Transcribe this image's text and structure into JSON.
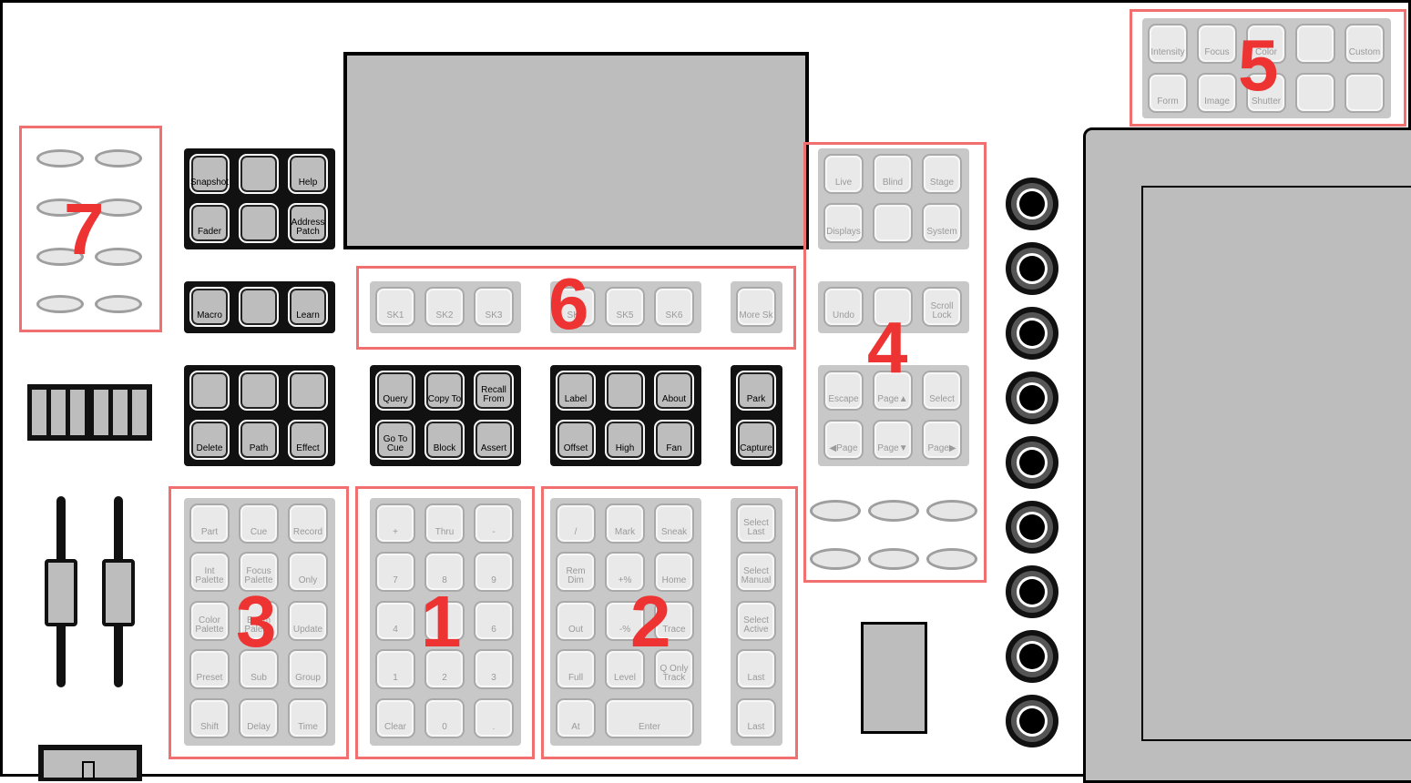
{
  "callouts": [
    "1",
    "2",
    "3",
    "4",
    "5",
    "6",
    "7"
  ],
  "panel_top_left": {
    "keys": [
      "Snapshot",
      "",
      "Help",
      "Fader",
      "",
      "Address Patch"
    ]
  },
  "panel_macro": {
    "keys": [
      "Macro",
      "",
      "Learn"
    ]
  },
  "panel_edit": {
    "keys": [
      "",
      "",
      "",
      "Delete",
      "Path",
      "Effect"
    ]
  },
  "panel_query": {
    "keys": [
      "Query",
      "Copy To",
      "Recall From",
      "Go To Cue",
      "Block",
      "Assert"
    ]
  },
  "panel_label": {
    "keys": [
      "Label",
      "",
      "About",
      "Offset",
      "High",
      "Fan"
    ]
  },
  "panel_park": {
    "keys": [
      "Park",
      "Capture"
    ]
  },
  "softkeys": {
    "group_a": [
      "SK1",
      "SK2",
      "SK3"
    ],
    "group_b": [
      "SK4",
      "SK5",
      "SK6"
    ],
    "more": "More Sk"
  },
  "params": {
    "keys": [
      "Intensity",
      "Focus",
      "Color",
      "",
      "Custom",
      "Form",
      "Image",
      "Shutter",
      "",
      ""
    ]
  },
  "view_keys": {
    "keys": [
      "Live",
      "Blind",
      "Stage",
      "Displays",
      "",
      "System"
    ]
  },
  "undo_keys": {
    "keys": [
      "Undo",
      "",
      "Scroll Lock"
    ]
  },
  "nav_keys": {
    "keys": [
      "Escape",
      "Page▲",
      "Select",
      "◀Page",
      "Page▼",
      "Page▶"
    ]
  },
  "record_keys": {
    "keys": [
      "Part",
      "Cue",
      "Record",
      "Int Palette",
      "Focus Palette",
      "Only",
      "Color Palette",
      "Beam Palette",
      "Update",
      "Preset",
      "Sub",
      "Group",
      "Shift",
      "Delay",
      "Time"
    ]
  },
  "keypad": {
    "keys": [
      "+",
      "Thru",
      "-",
      "7",
      "8",
      "9",
      "4",
      "5",
      "6",
      "1",
      "2",
      "3",
      "Clear",
      "0",
      "."
    ]
  },
  "cmd_keys": {
    "keys": [
      "/",
      "Mark",
      "Sneak",
      "Rem Dim",
      "+%",
      "Home",
      "Out",
      "-%",
      "Trace",
      "Full",
      "Level",
      "Q Only Track",
      "At",
      "Enter"
    ]
  },
  "select_keys": {
    "keys": [
      "Select Last",
      "Select Manual",
      "Select Active",
      "Last",
      "Last"
    ]
  },
  "colors": {
    "highlight": "#f26f6f",
    "callout": "#ee3333",
    "key_light": "#e9e9e9",
    "key_dark": "#bdbdbd",
    "screen": "#bdbdbd"
  }
}
